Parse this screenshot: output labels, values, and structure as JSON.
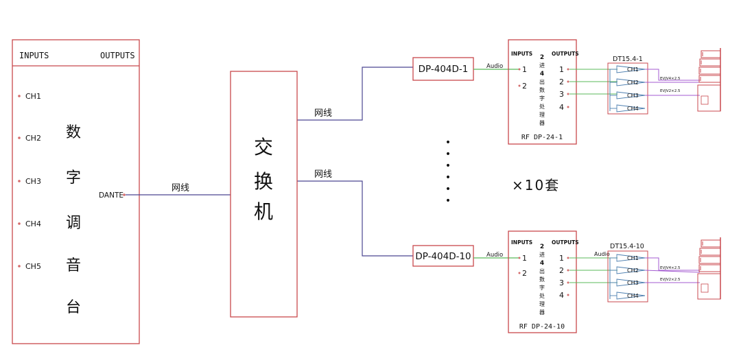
{
  "colors": {
    "box": "#c8474c",
    "net": "#4a4590",
    "audio": "#58b858",
    "cable": "#a35ad0",
    "amp": "#4d7fb0",
    "text": "#111111",
    "pin": "#d46b6b"
  },
  "console": {
    "inputs_label": "INPUTS",
    "outputs_label": "OUTPUTS",
    "channels": [
      "CH1",
      "CH2",
      "CH3",
      "CH4",
      "CH5"
    ],
    "title_chars": [
      "数",
      "字",
      "调",
      "音",
      "台"
    ],
    "dante_label": "DANTE"
  },
  "cable_label": "网线",
  "switch": {
    "title_chars": [
      "交",
      "换",
      "机"
    ]
  },
  "multiplier": "×10套",
  "dots": [
    "•",
    "•",
    "•",
    "•",
    "•",
    "•"
  ],
  "units": [
    {
      "dsp_label": "DP-404D-1",
      "audio_label": "Audio",
      "proc": {
        "inputs_label": "INPUTS",
        "outputs_label": "OUTPUTS",
        "inputs": [
          "1",
          "2"
        ],
        "outputs": [
          "1",
          "2",
          "3",
          "4"
        ],
        "desc_chars": [
          "2",
          "进",
          "4",
          "出",
          "数",
          "字",
          "处",
          "理",
          "器"
        ],
        "model": "RF  DP-24-1"
      },
      "amp_title": "DT15.4-1",
      "amp_audio_label": "",
      "amp_channels": [
        "CH1",
        "CH2",
        "CH3",
        "CH4"
      ],
      "cable_labels": [
        "EVJV4×2.5",
        "EVJV2×2.5"
      ]
    },
    {
      "dsp_label": "DP-404D-10",
      "audio_label": "Audio",
      "proc": {
        "inputs_label": "INPUTS",
        "outputs_label": "OUTPUTS",
        "inputs": [
          "1",
          "2"
        ],
        "outputs": [
          "1",
          "2",
          "3",
          "4"
        ],
        "desc_chars": [
          "2",
          "进",
          "4",
          "出",
          "数",
          "字",
          "处",
          "理",
          "器"
        ],
        "model": "RF  DP-24-10"
      },
      "amp_title": "DT15.4-10",
      "amp_audio_label": "Audio",
      "amp_channels": [
        "CH1",
        "CH2",
        "CH3",
        "CH4"
      ],
      "cable_labels": [
        "EVJV4×2.5",
        "EVJV2×2.5"
      ]
    }
  ]
}
